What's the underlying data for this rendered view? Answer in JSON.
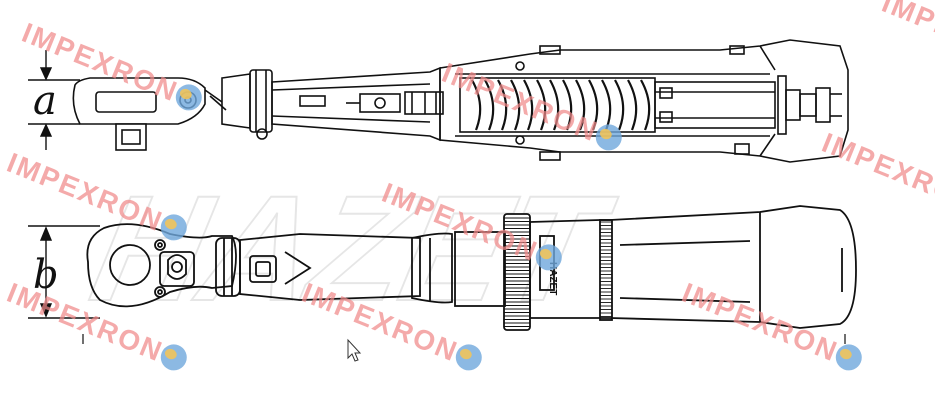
{
  "dimensions": {
    "top_label": "a",
    "bottom_label": "b"
  },
  "brand_ghost": "HAZET",
  "brand_badge": "HAZET",
  "watermark": {
    "text": "IMPEXRON",
    "instances": 9,
    "text_color": "#f08a8a",
    "globe_colors": [
      "#6fa8dc",
      "#f6c453"
    ]
  },
  "drawing": {
    "line_color": "#111111",
    "background": "#ffffff"
  },
  "cursor": {
    "icon": "mouse-pointer-icon"
  }
}
